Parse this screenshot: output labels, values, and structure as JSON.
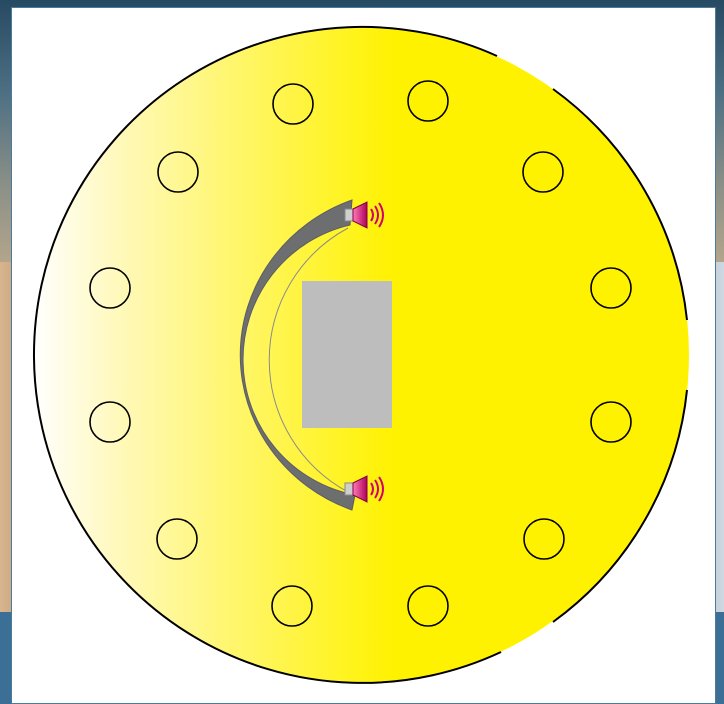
{
  "window": {
    "background": "#3a6d93",
    "panel_background": "#ffffff"
  },
  "diagram": {
    "type": "seating-layout",
    "table_fill_gradient": [
      "#ffffff",
      "#fff200"
    ],
    "table_outline": "#000000",
    "arc_wall_color": "#6d6e70",
    "stage_color": "#bdbdbd",
    "seat_count": 12,
    "speaker_count": 2,
    "speaker_icon": "speaker-icon"
  }
}
